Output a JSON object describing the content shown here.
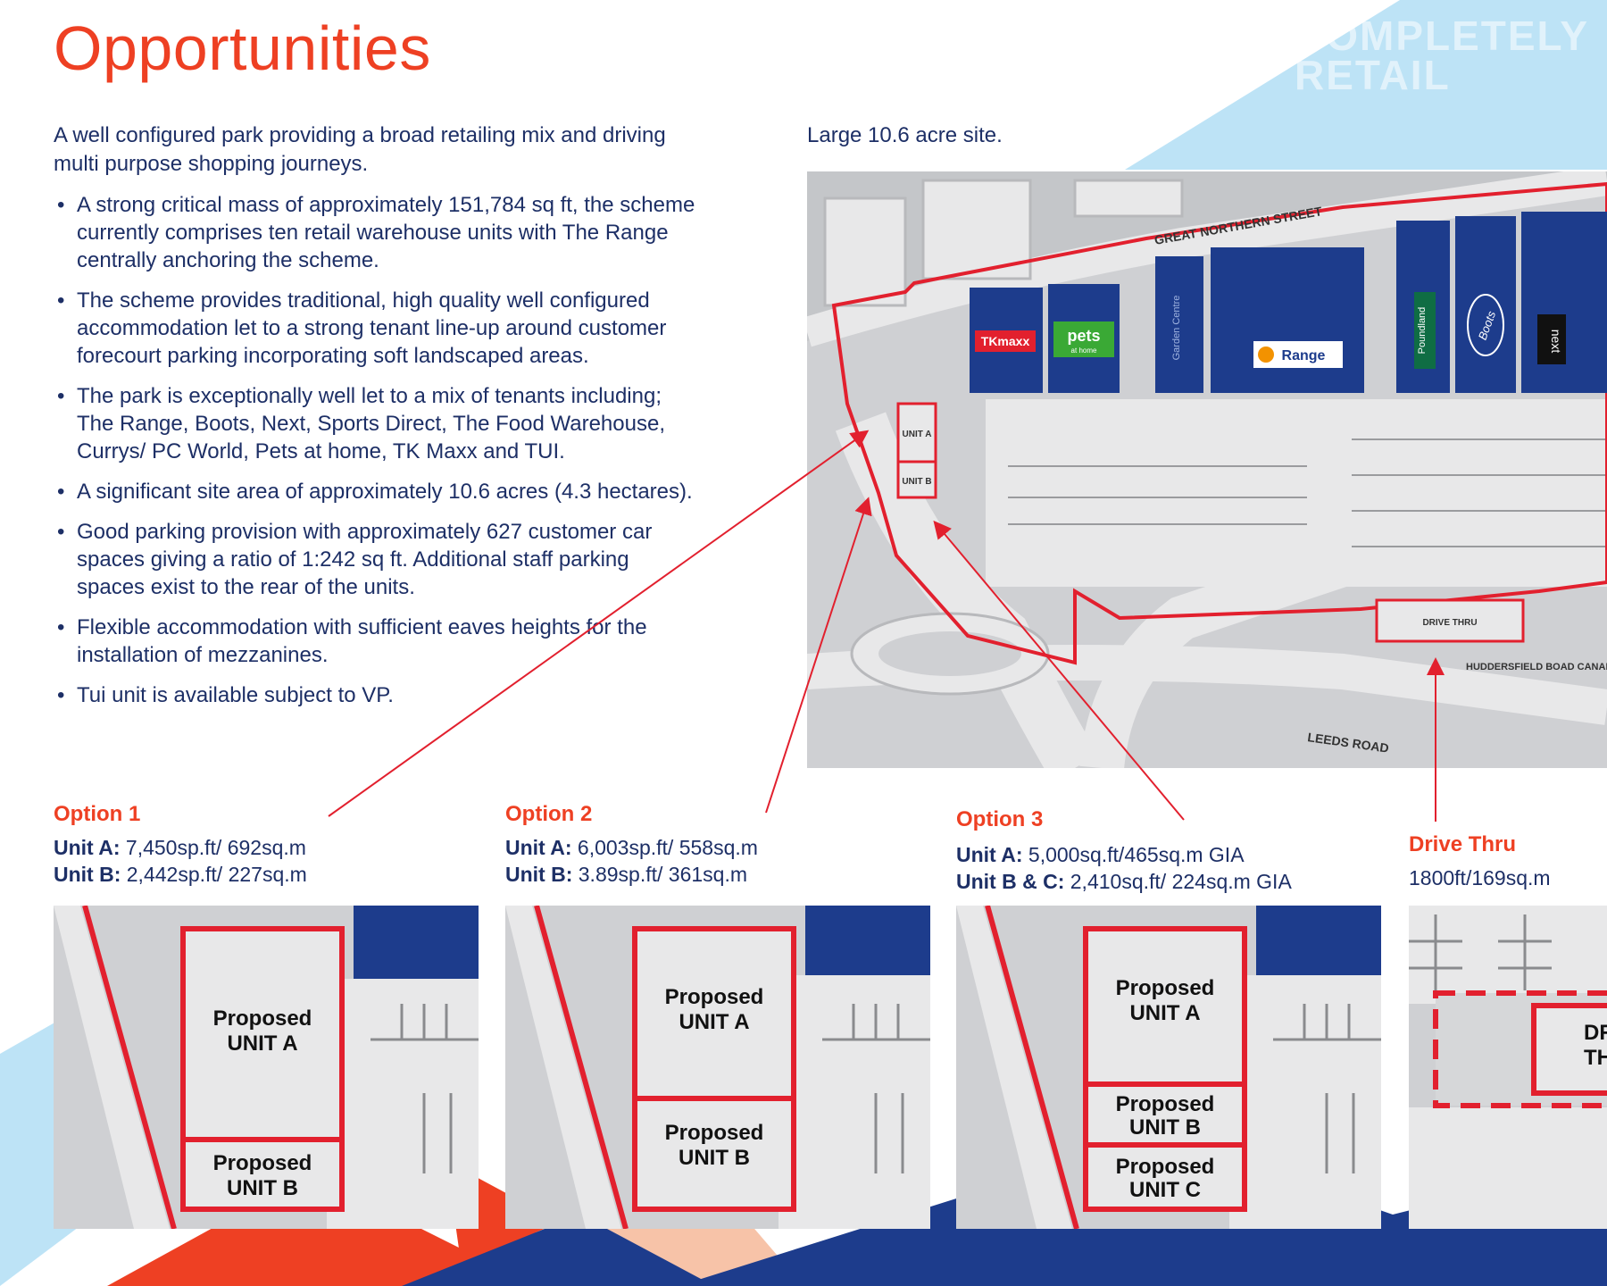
{
  "title": "Opportunities",
  "intro": "A well configured park providing a broad retailing mix and driving multi purpose shopping journeys.",
  "bullets": [
    "A strong critical mass of approximately 151,784 sq ft, the scheme currently comprises ten retail warehouse units with The Range centrally anchoring the scheme.",
    "The scheme provides traditional, high quality well configured accommodation let to a strong tenant line-up around customer forecourt parking incorporating soft landscaped areas.",
    "The park is exceptionally well let to a mix of tenants including; The Range, Boots, Next, Sports Direct, The Food Warehouse, Currys/ PC World, Pets at home, TK Maxx and TUI.",
    "A significant site area of approximately 10.6 acres (4.3 hectares).",
    "Good parking provision with approximately 627 customer car spaces giving a ratio of 1:242 sq ft. Additional staff parking spaces exist to the rear of the units.",
    "Flexible accommodation with sufficient eaves heights for the installation of mezzanines.",
    "Tui unit is available subject to VP."
  ],
  "site_caption": "Large 10.6 acre site.",
  "map": {
    "streets": {
      "great_northern": "GREAT NORTHERN STREET",
      "leeds_road": "LEEDS ROAD",
      "canal": "HUDDERSFIELD BOAD CANAL"
    },
    "tenants": {
      "tkmaxx": "TKmaxx",
      "pets": "pets",
      "pets_sub": "at home",
      "garden": "Garden Centre",
      "range": "Range",
      "poundland": "Poundland",
      "boots": "Boots",
      "next": "next"
    },
    "units": {
      "a": "UNIT A",
      "b": "UNIT B",
      "drive_thru": "DRIVE THRU"
    }
  },
  "options": [
    {
      "title": "Option 1",
      "lines": [
        {
          "label": "Unit A:",
          "value": " 7,450sp.ft/ 692sq.m"
        },
        {
          "label": "Unit B:",
          "value": " 2,442sp.ft/ 227sq.m"
        }
      ],
      "plan": [
        "Proposed",
        "UNIT A",
        "Proposed",
        "UNIT B"
      ]
    },
    {
      "title": "Option 2",
      "lines": [
        {
          "label": "Unit A:",
          "value": " 6,003sp.ft/ 558sq.m"
        },
        {
          "label": "Unit B:",
          "value": " 3.89sp.ft/ 361sq.m"
        }
      ],
      "plan": [
        "Proposed",
        "UNIT A",
        "Proposed",
        "UNIT B"
      ]
    },
    {
      "title": "Option 3",
      "lines": [
        {
          "label": "Unit A:",
          "value": " 5,000sq.ft/465sq.m GIA"
        },
        {
          "label": "Unit B & C:",
          "value": " 2,410sq.ft/ 224sq.m GIA"
        }
      ],
      "plan": [
        "Proposed",
        "UNIT A",
        "Proposed",
        "UNIT B",
        "Proposed",
        "UNIT C"
      ]
    },
    {
      "title": "Drive Thru",
      "lines": [
        {
          "label": "",
          "value": "1800ft/169sq.m"
        }
      ],
      "plan": [
        "DR",
        "TH"
      ]
    }
  ],
  "watermark": [
    "COMPLETELY",
    "RETAIL"
  ],
  "colors": {
    "accent_red": "#ee4023",
    "navy": "#1d3c8c",
    "text_navy": "#1d2f66",
    "light_blue": "#bde3f6",
    "map_grey": "#cfd0d3"
  }
}
